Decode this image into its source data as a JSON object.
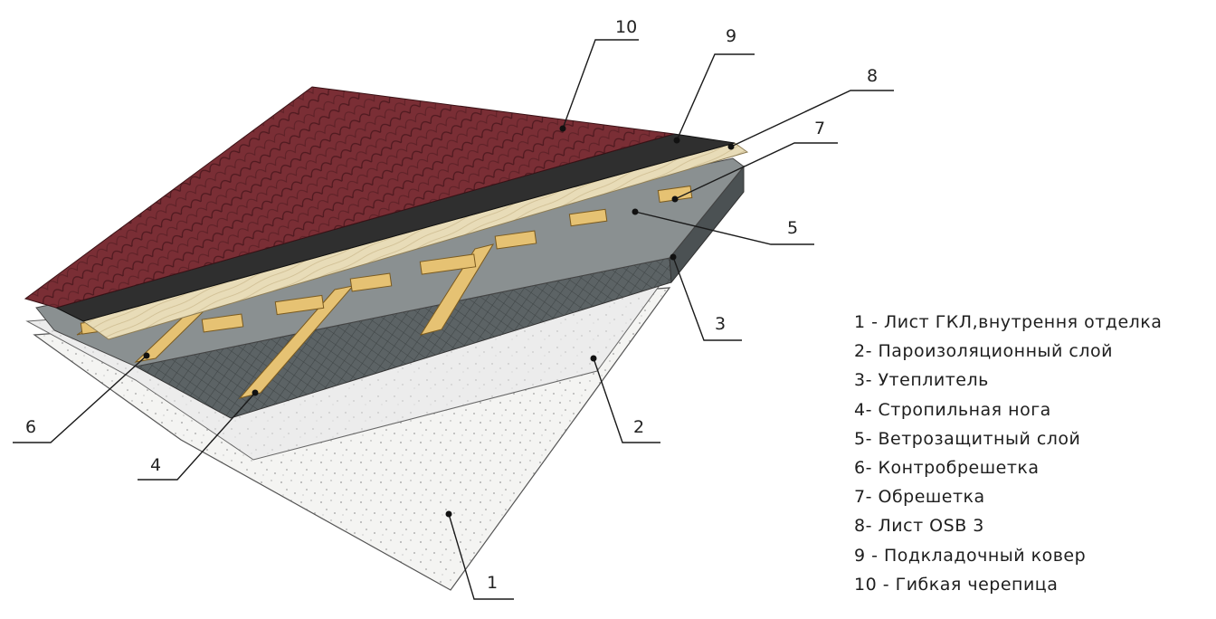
{
  "callouts": [
    "10",
    "9",
    "8",
    "7",
    "5",
    "3",
    "6",
    "4",
    "2",
    "1"
  ],
  "legend": [
    "1 - Лист ГКЛ,внутрення отделка",
    "2- Пароизоляционный слой",
    "3- Утеплитель",
    "4- Стропильная нога",
    "5- Ветрозащитный слой",
    "6- Контробрешетка",
    "7- Обрешетка",
    "8- Лист OSB 3",
    "9 - Подкладочный ковер",
    "10 - Гибкая черепица"
  ],
  "colors": {
    "shingles": "#7a2e35",
    "underlay": "#2f2f2f",
    "osb": "#e8dcb8",
    "timber": "#e6c273",
    "insulation": "#5c6365",
    "wind_barrier": "#8a9091",
    "vapor_barrier": "#ebebeb",
    "drywall": "#f4f4f2"
  }
}
